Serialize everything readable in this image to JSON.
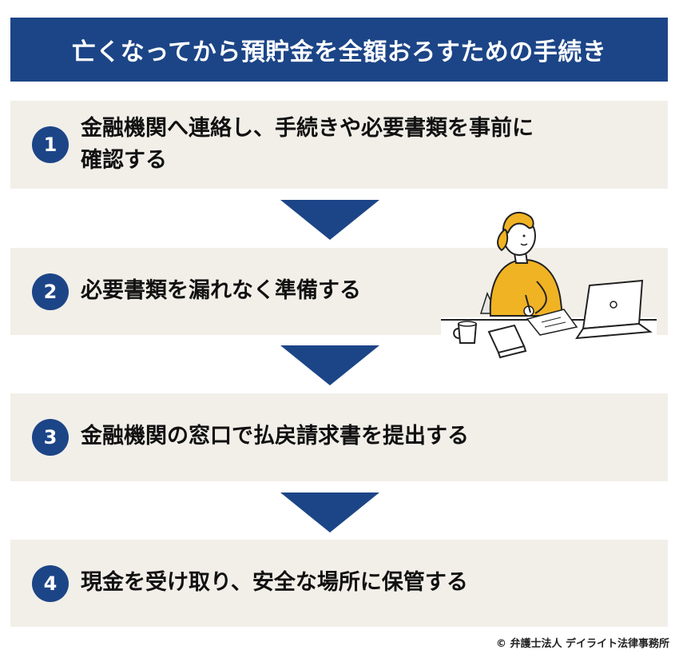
{
  "title": "亡くなってから預貯金を全額おろすための手続き",
  "steps": [
    {
      "number": "1",
      "text": "金融機関へ連絡し、手続きや必要書類を事前に\n確認する"
    },
    {
      "number": "2",
      "text": "必要書類を漏れなく準備する"
    },
    {
      "number": "3",
      "text": "金融機関の窓口で払戻請求書を提出する"
    },
    {
      "number": "4",
      "text": "現金を受け取り、安全な場所に保管する"
    }
  ],
  "copyright": "© 弁護士法人 デイライト法律事務所",
  "colors": {
    "primary": "#1c4587",
    "step_bg": "#f2efe9",
    "accent": "#f0b323"
  }
}
